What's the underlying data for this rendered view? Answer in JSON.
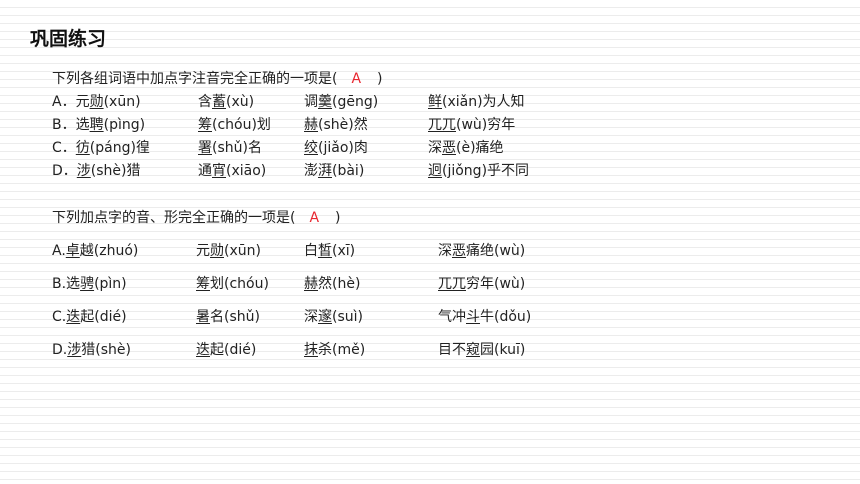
{
  "title": "巩固练习",
  "q1": {
    "stem_pre": "下列各组词语中加点字注音完全正确的一项是(",
    "answer": "A",
    "stem_post": ")",
    "rows": [
      [
        {
          "pre": "A．元",
          "u": "勋",
          "post": "(xūn)"
        },
        {
          "pre": "含",
          "u": "蓄",
          "post": "(xù)"
        },
        {
          "pre": "调",
          "u": "羹",
          "post": "(gēng)"
        },
        {
          "pre": "",
          "u": "鲜",
          "post": "(xiǎn)为人知"
        }
      ],
      [
        {
          "pre": "B．选",
          "u": "聘",
          "post": "(pìng)"
        },
        {
          "pre": "",
          "u": "筹",
          "post": "(chóu)划"
        },
        {
          "pre": "",
          "u": "赫",
          "post": "(shè)然"
        },
        {
          "pre": "",
          "u": "兀兀",
          "post": "(wù)穷年"
        }
      ],
      [
        {
          "pre": "C．",
          "u": "彷",
          "post": "(páng)徨"
        },
        {
          "pre": "",
          "u": "署",
          "post": "(shǔ)名"
        },
        {
          "pre": "",
          "u": "绞",
          "post": "(jiǎo)肉"
        },
        {
          "pre": "深",
          "u": "恶",
          "post": "(è)痛绝"
        }
      ],
      [
        {
          "pre": "D．",
          "u": "涉",
          "post": "(shè)猎"
        },
        {
          "pre": "通",
          "u": "宵",
          "post": "(xiāo)"
        },
        {
          "pre": "澎",
          "u": "湃",
          "post": "(bài)"
        },
        {
          "pre": "",
          "u": "迥",
          "post": "(jiǒng)乎不同"
        }
      ]
    ]
  },
  "q2": {
    "stem_pre": "下列加点字的音、形完全正确的一项是(",
    "answer": "A",
    "stem_post": ")",
    "rows": [
      [
        {
          "pre": "A.",
          "u": "卓",
          "post": "越(zhuó)"
        },
        {
          "pre": "元",
          "u": "勋",
          "post": "(xūn)"
        },
        {
          "pre": "白",
          "u": "皙",
          "post": "(xī)"
        },
        {
          "pre": "深",
          "u": "恶",
          "post": "痛绝(wù)"
        }
      ],
      [
        {
          "pre": "B.选",
          "u": "骋",
          "post": "(pìn)"
        },
        {
          "pre": "",
          "u": "筹",
          "post": "划(chóu)"
        },
        {
          "pre": "",
          "u": "赫",
          "post": "然(hè)"
        },
        {
          "pre": "",
          "u": "兀兀",
          "post": "穷年(wù)"
        }
      ],
      [
        {
          "pre": "C.",
          "u": "迭",
          "post": "起(dié)"
        },
        {
          "pre": "",
          "u": "暑",
          "post": "名(shǔ)"
        },
        {
          "pre": "深",
          "u": "邃",
          "post": "(suì)"
        },
        {
          "pre": "气冲",
          "u": "斗",
          "post": "牛(dǒu)"
        }
      ],
      [
        {
          "pre": "D.",
          "u": "涉",
          "post": "猎(shè)"
        },
        {
          "pre": "",
          "u": "迭",
          "post": "起(dié)"
        },
        {
          "pre": "",
          "u": "抹",
          "post": "杀(mě)"
        },
        {
          "pre": "目不",
          "u": "窥",
          "post": "园(kuī)"
        }
      ]
    ]
  }
}
